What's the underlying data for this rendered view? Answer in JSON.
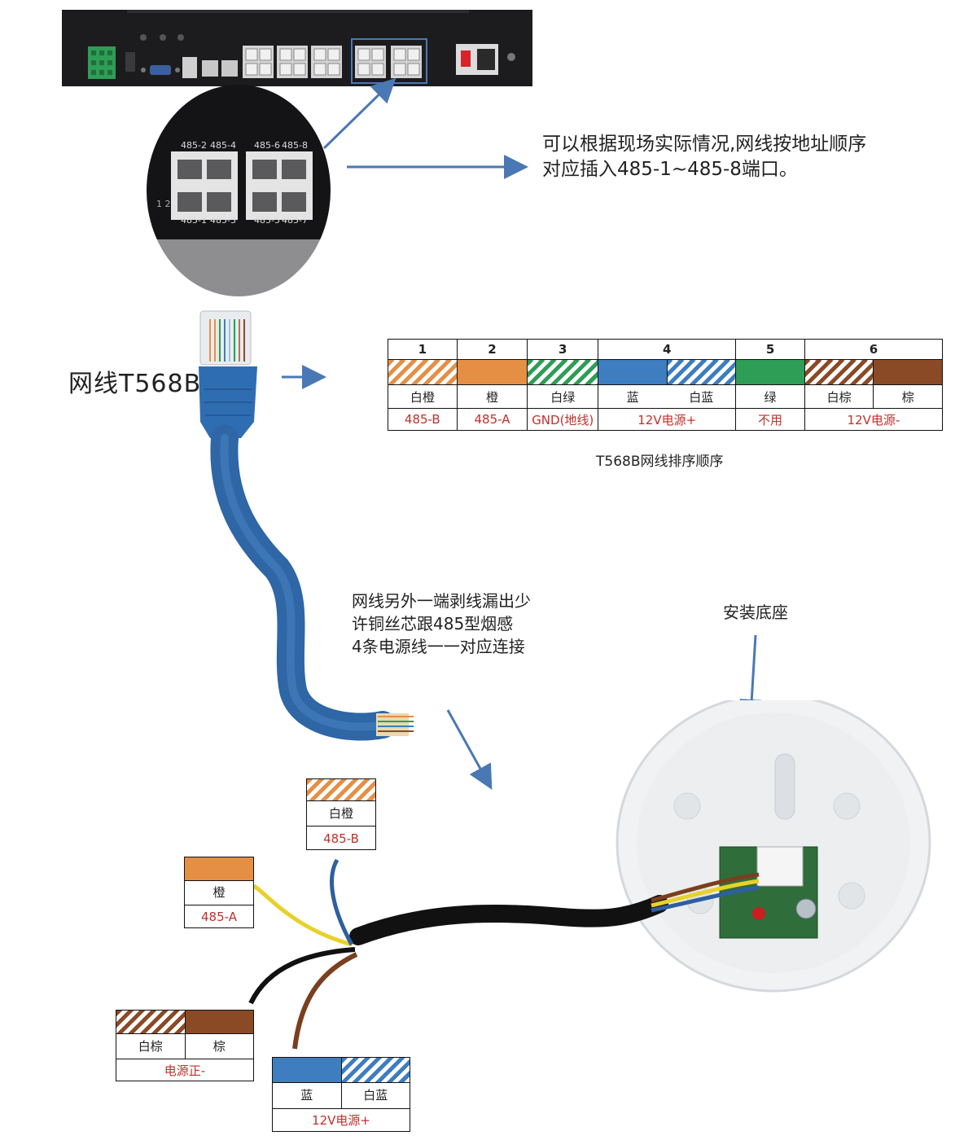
{
  "device": {
    "port_labels_top": [
      "485-2",
      "485-4",
      "485-6",
      "485-8"
    ],
    "port_labels_bottom": [
      "485-1",
      "485-3",
      "485-5",
      "485-7"
    ],
    "zoom_side_label": "1 2"
  },
  "instruction_top": {
    "line1": "可以根据现场实际情况,网线按地址顺序",
    "line2": "对应插入485-1~485-8端口。"
  },
  "cable_label": "网线T568B",
  "t568b": {
    "caption": "T568B网线排序顺序",
    "columns": [
      {
        "number": "1",
        "colors": [
          "白橙"
        ],
        "function": "485-B"
      },
      {
        "number": "2",
        "colors": [
          "橙"
        ],
        "function": "485-A"
      },
      {
        "number": "3",
        "colors": [
          "白绿"
        ],
        "function": "GND(地线)"
      },
      {
        "number": "4",
        "colors": [
          "蓝",
          "白蓝"
        ],
        "function": "12V电源+"
      },
      {
        "number": "5",
        "colors": [
          "绿"
        ],
        "function": "不用"
      },
      {
        "number": "6",
        "colors": [
          "白棕",
          "棕"
        ],
        "function": "12V电源-"
      }
    ]
  },
  "instruction_middle": {
    "line1": "网线另外一端剥线漏出少",
    "line2": "许铜丝芯跟485型烟感",
    "line3": "4条电源线一一对应连接"
  },
  "base_label": "安装底座",
  "wire_labels": {
    "white_orange": {
      "name": "白橙",
      "function": "485-B"
    },
    "orange": {
      "name": "橙",
      "function": "485-A"
    },
    "brown_pair": {
      "names": [
        "白棕",
        "棕"
      ],
      "function": "电源正-"
    },
    "blue_pair": {
      "names": [
        "蓝",
        "白蓝"
      ],
      "function": "12V电源+"
    }
  },
  "colors": {
    "arrow": "#4a78b5",
    "red_text": "#c0302a",
    "orange": "#e58f45",
    "green": "#2e9d56",
    "blue": "#3d7dc0",
    "brown": "#8a4a26"
  }
}
